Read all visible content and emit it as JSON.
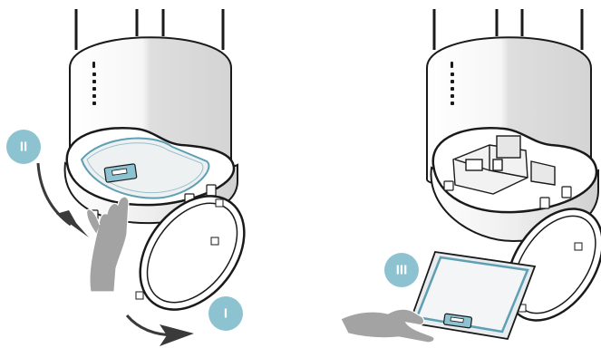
{
  "steps": [
    {
      "label": "II"
    },
    {
      "label": "I"
    },
    {
      "label": "III"
    }
  ],
  "colors": {
    "badge": "#8dc3d1",
    "line": "#1a1a1a",
    "hood_light": "#f4f4f4",
    "hood_shade": "#dcdcdc",
    "filter_frame": "#5e9fb4",
    "filter_mesh": "#e8ecee",
    "hand": "#a3a3a3",
    "arrow": "#3a3a3a"
  }
}
